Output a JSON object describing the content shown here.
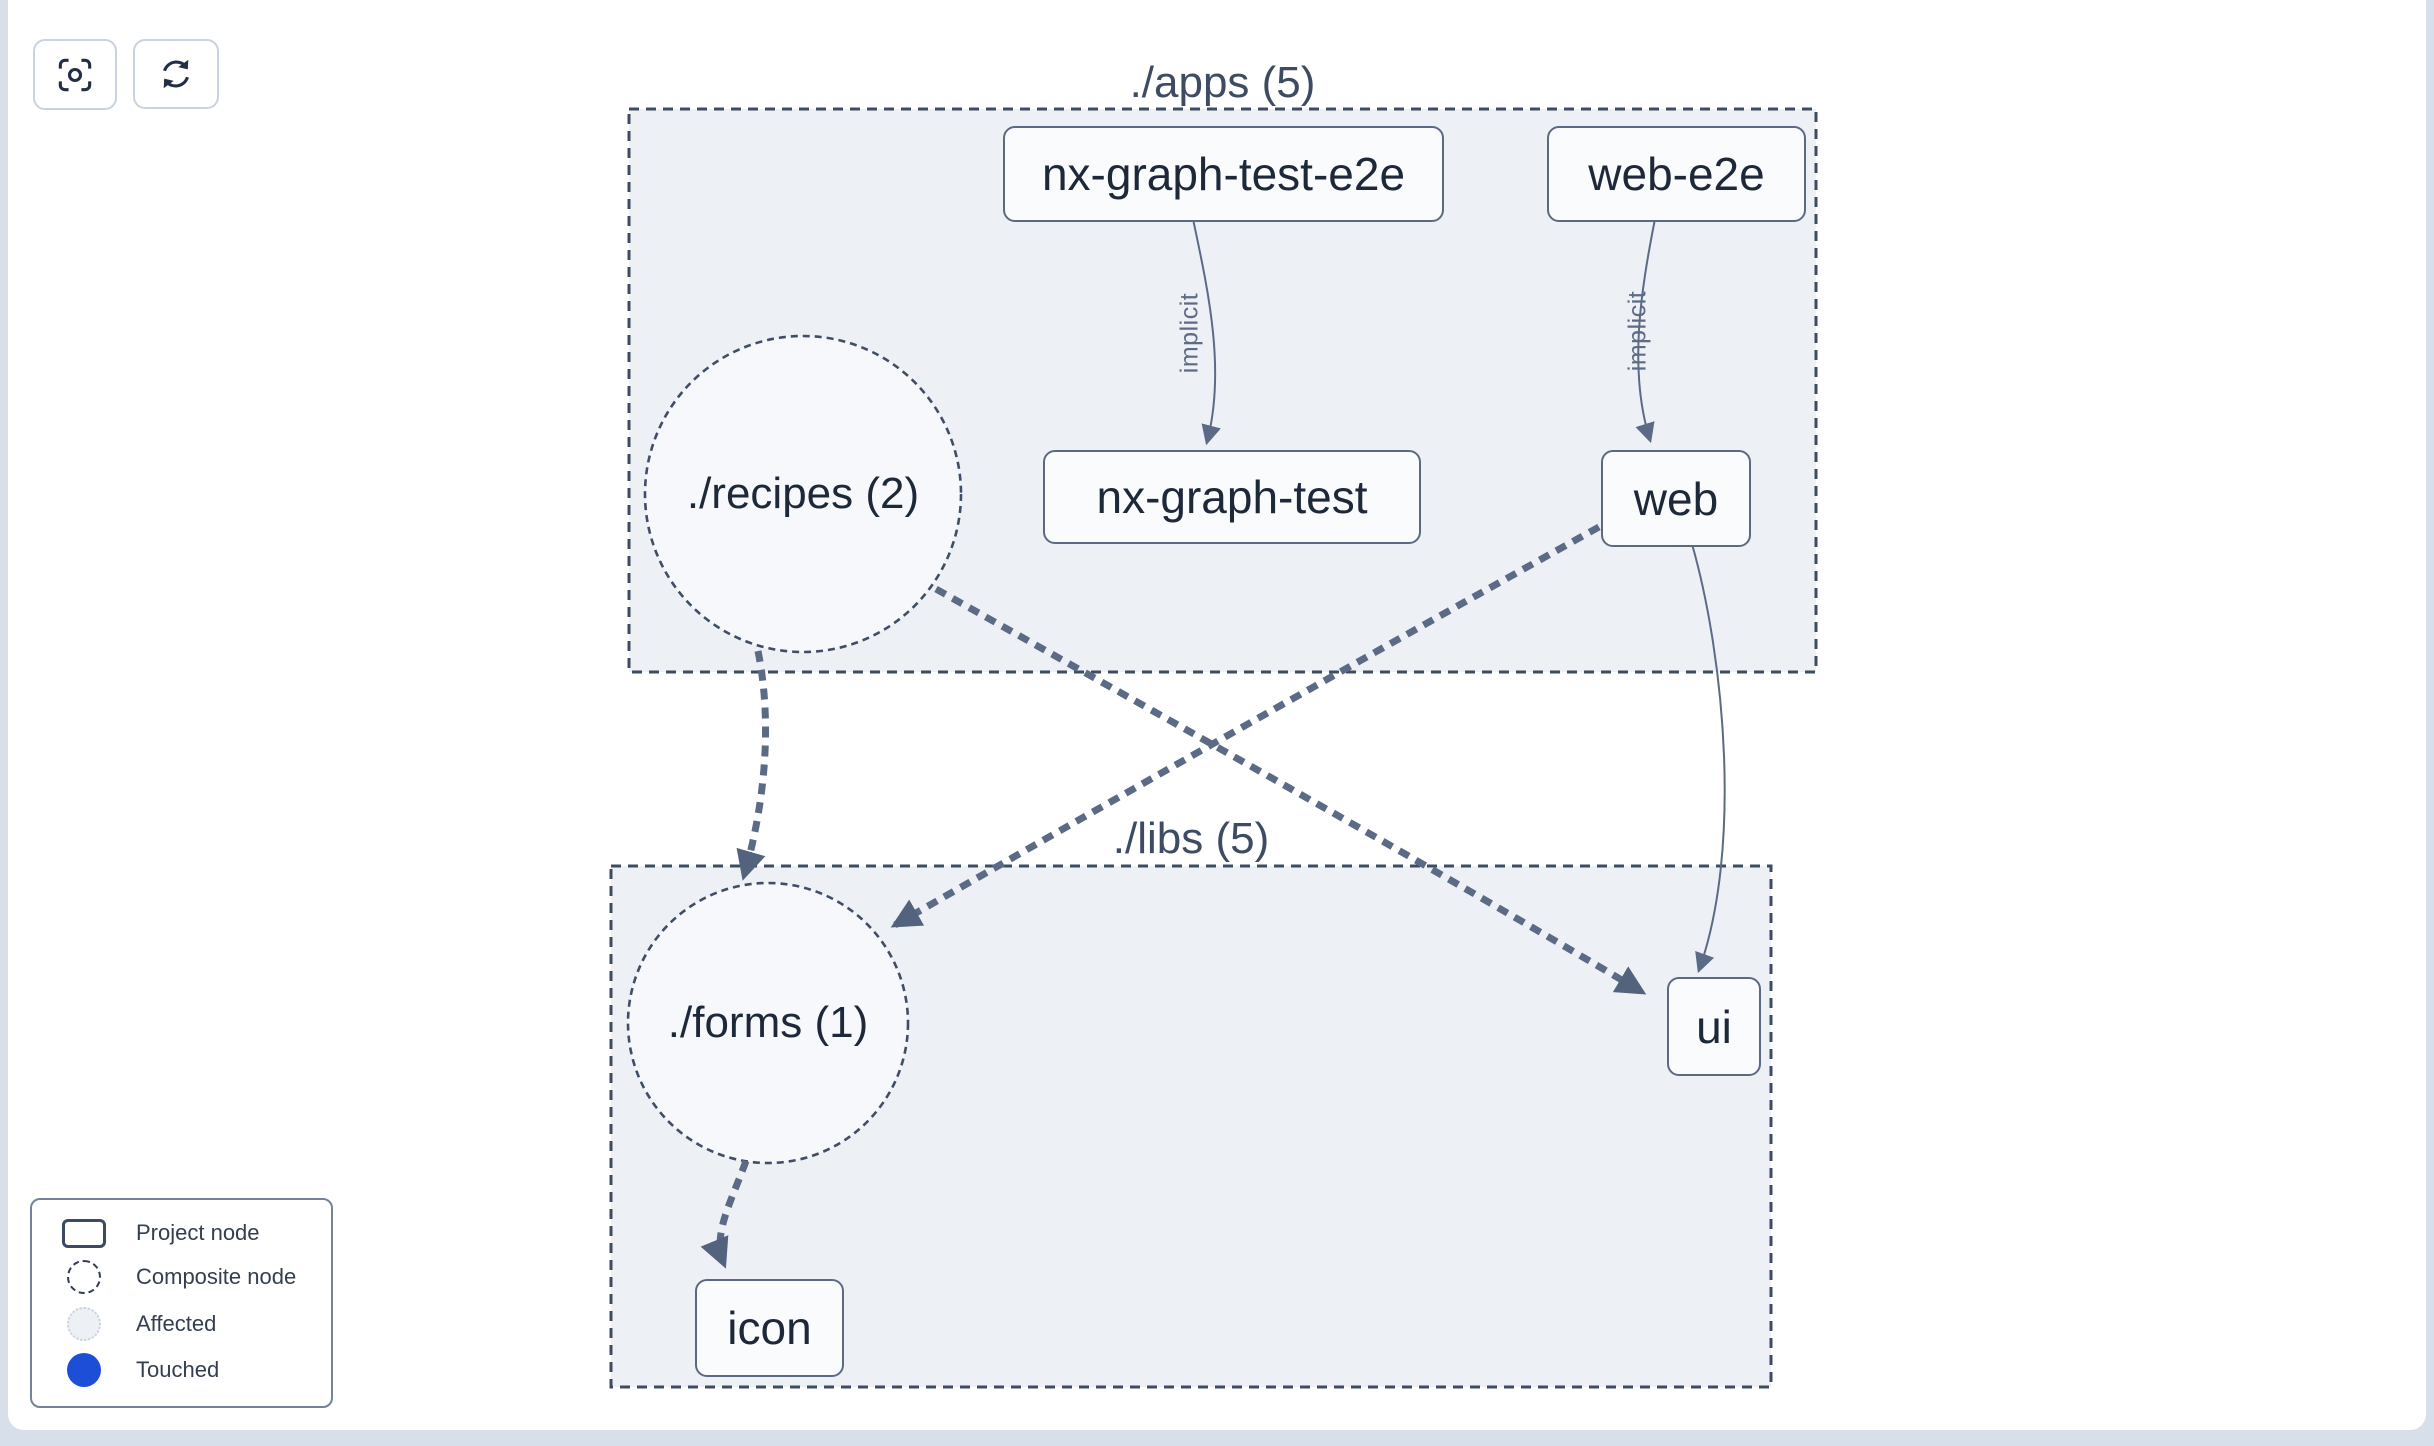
{
  "toolbar": {
    "focus_button": {
      "icon": "focus-icon"
    },
    "refresh_button": {
      "icon": "refresh-icon"
    }
  },
  "graph": {
    "groups": [
      {
        "id": "apps",
        "label": "./apps (5)"
      },
      {
        "id": "libs",
        "label": "./libs (5)"
      }
    ],
    "composite_nodes": [
      {
        "id": "recipes",
        "label": "./recipes (2)",
        "group": "apps"
      },
      {
        "id": "forms",
        "label": "./forms (1)",
        "group": "libs"
      }
    ],
    "project_nodes": [
      {
        "id": "nx-graph-test-e2e",
        "label": "nx-graph-test-e2e",
        "group": "apps"
      },
      {
        "id": "web-e2e",
        "label": "web-e2e",
        "group": "apps"
      },
      {
        "id": "nx-graph-test",
        "label": "nx-graph-test",
        "group": "apps"
      },
      {
        "id": "web",
        "label": "web",
        "group": "apps"
      },
      {
        "id": "ui",
        "label": "ui",
        "group": "libs"
      },
      {
        "id": "icon",
        "label": "icon",
        "group": "libs"
      }
    ],
    "edges": [
      {
        "source": "nx-graph-test-e2e",
        "target": "nx-graph-test",
        "label": "implicit",
        "style": "solid-thin"
      },
      {
        "source": "web-e2e",
        "target": "web",
        "label": "implicit",
        "style": "solid-thin"
      },
      {
        "source": "./recipes",
        "target": "./forms",
        "label": "",
        "style": "dashed-thick"
      },
      {
        "source": "./recipes",
        "target": "ui",
        "label": "",
        "style": "dashed-thick"
      },
      {
        "source": "web",
        "target": "./forms",
        "label": "",
        "style": "dashed-thick"
      },
      {
        "source": "web",
        "target": "ui",
        "label": "",
        "style": "solid-thin"
      },
      {
        "source": "./forms",
        "target": "icon",
        "label": "",
        "style": "dashed-thick"
      }
    ]
  },
  "legend": {
    "items": [
      {
        "swatch": "project-node",
        "label": "Project node"
      },
      {
        "swatch": "composite-node",
        "label": "Composite node"
      },
      {
        "swatch": "affected",
        "label": "Affected"
      },
      {
        "swatch": "touched",
        "label": "Touched"
      }
    ]
  },
  "colors": {
    "touched_blue": "#1d4ed8",
    "group_fill": "#edf1f6",
    "group_border": "#3e4c61",
    "edge": "#5b6b85",
    "node_border": "#5b6a82",
    "node_text": "#1d2839",
    "page_background": "#d7dfeb"
  }
}
